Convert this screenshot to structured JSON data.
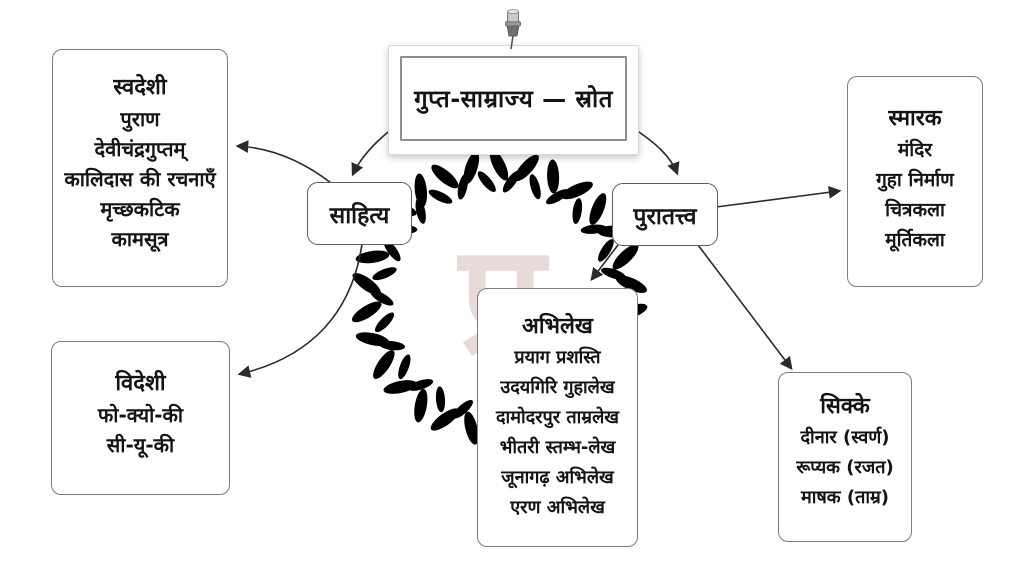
{
  "title": {
    "text": "गुप्त-साम्राज्य — स्रोत"
  },
  "watermark": {
    "letter": "प्र"
  },
  "icons": {
    "title_pin": "push-pin"
  },
  "nodes": {
    "sahitya": {
      "label": "साहित्य"
    },
    "puratattva": {
      "label": "पुरातत्त्व"
    }
  },
  "boxes": {
    "swadeshi": {
      "header": "स्वदेशी",
      "items": [
        "पुराण",
        "देवीचंद्रगुप्तम्",
        "कालिदास की रचनाएँ",
        "मृच्छकटिक",
        "कामसूत्र"
      ]
    },
    "videshi": {
      "header": "विदेशी",
      "items": [
        "फो-क्यो-की",
        "सी-यू-की"
      ]
    },
    "smarak": {
      "header": "स्मारक",
      "items": [
        "मंदिर",
        "गुहा निर्माण",
        "चित्रकला",
        "मूर्तिकला"
      ]
    },
    "abhilekh": {
      "header": "अभिलेख",
      "items": [
        "प्रयाग प्रशस्ति",
        "उदयगिरि गुहालेख",
        "दामोदरपुर ताम्रलेख",
        "भीतरी स्तम्भ-लेख",
        "जूनागढ़ अभिलेख",
        "एरण अभिलेख"
      ]
    },
    "sikke": {
      "header": "सिक्के",
      "items": [
        "दीनार (स्वर्ण)",
        "रूप्यक (रजत)",
        "माषक (ताम्र)"
      ]
    }
  },
  "edges": [
    {
      "from": "title",
      "to": "sahitya"
    },
    {
      "from": "title",
      "to": "puratattva"
    },
    {
      "from": "sahitya",
      "to": "swadeshi"
    },
    {
      "from": "sahitya",
      "to": "videshi"
    },
    {
      "from": "puratattva",
      "to": "smarak"
    },
    {
      "from": "puratattva",
      "to": "abhilekh"
    },
    {
      "from": "puratattva",
      "to": "sikke"
    }
  ],
  "colors": {
    "background": "#ffffff",
    "text": "#141414",
    "box_border": "#7c7c7c",
    "arrow": "#2a2a2a",
    "watermark_letter": "#ba8282",
    "watermark_wreath": "#e3e3e3"
  }
}
